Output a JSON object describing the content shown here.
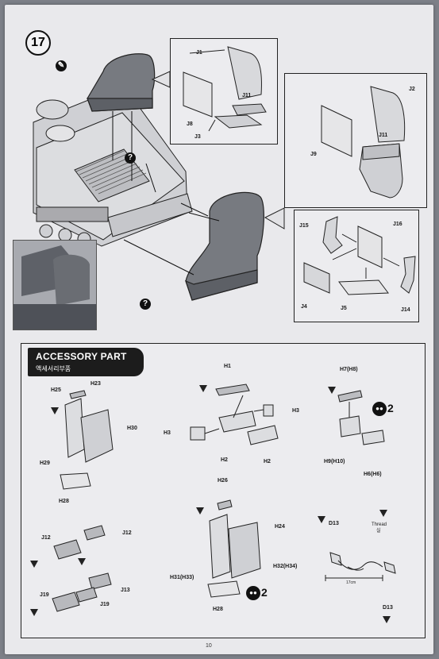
{
  "step": {
    "number": "17"
  },
  "accessory": {
    "title": "ACCESSORY PART",
    "subtitle": "액세서리부품"
  },
  "labels": {
    "j1": "J1",
    "j8": "J8",
    "j3": "J3",
    "j11a": "J11",
    "j2": "J2",
    "j9": "J9",
    "j11b": "J11",
    "j15": "J15",
    "j16": "J16",
    "j4": "J4",
    "j5": "J5",
    "j14": "J14",
    "h25": "H25",
    "h23": "H23",
    "h30": "H30",
    "h29": "H29",
    "h28a": "H28",
    "h1": "H1",
    "h3a": "H3",
    "h3b": "H3",
    "h2a": "H2",
    "h2b": "H2",
    "h7h8": "H7(H8)",
    "h9h10": "H9(H10)",
    "h6h6": "H6(H6)",
    "j12a": "J12",
    "j12b": "J12",
    "j13": "J13",
    "j19a": "J19",
    "j19b": "J19",
    "h26": "H26",
    "h24": "H24",
    "h31h33": "H31(H33)",
    "h32h34": "H32(H34)",
    "h28b": "H28",
    "d13a": "D13",
    "d13b": "D13",
    "thread": "Thread",
    "thread_ko": "실",
    "length": "17cm"
  },
  "counts": {
    "x2a": "2",
    "x2b": "2"
  },
  "page_number": "10"
}
